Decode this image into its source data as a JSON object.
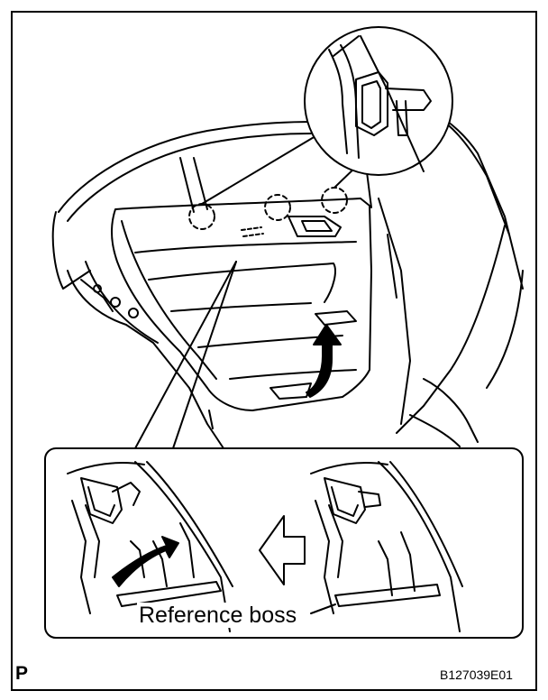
{
  "labels": {
    "reference_boss": "Reference boss",
    "page_letter": "P",
    "figure_code": "B127039E01"
  },
  "colors": {
    "line": "#000000",
    "background": "#ffffff"
  }
}
